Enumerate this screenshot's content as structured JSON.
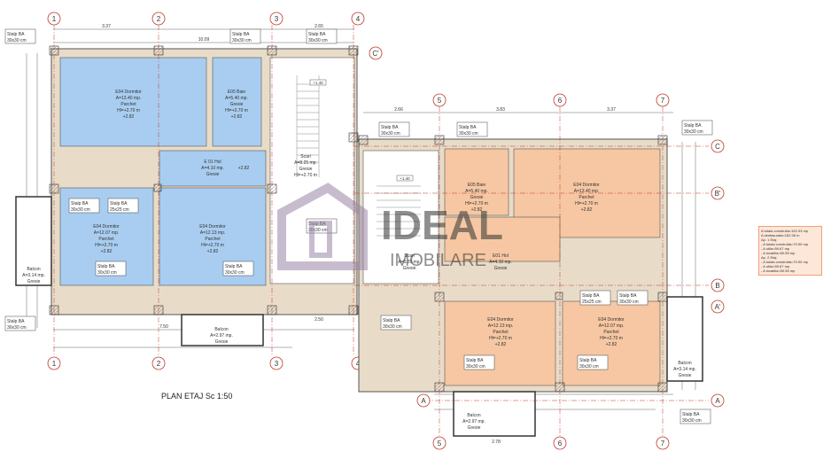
{
  "plan_title": "PLAN ETAJ Sc 1:50",
  "watermark": {
    "line1": "IDEAL",
    "line2": "IMOBILARE"
  },
  "colors": {
    "left_rooms": "#a9cdf0",
    "right_rooms": "#f6c7a2",
    "wall": "#e8dcc8",
    "grid": "#c0392b"
  },
  "grid_labels": {
    "left_top": [
      "1",
      "2",
      "3",
      "4"
    ],
    "left_side": [
      "C'"
    ],
    "right_top": [
      "5",
      "6",
      "7"
    ],
    "right_side": [
      "C",
      "B'",
      "B",
      "A'",
      "A"
    ]
  },
  "left_dims": {
    "top1": "3.37",
    "top2": "2.65",
    "total": "10.09",
    "bottom": "7.50",
    "bottom2": "2.50"
  },
  "right_dims": {
    "top": [
      "2.66",
      "3.83",
      "3.37"
    ],
    "bottom": "2.78"
  },
  "pillars": {
    "label": "Stalp BA",
    "size_30": "30x30 cm",
    "size_25": "25x25 cm"
  },
  "left_rooms": [
    {
      "name": "E04 Dormitor",
      "area": "A=13.40 mp.",
      "floor": "Parchet",
      "h": "Hl=+2.70 m",
      "level": "+2.82"
    },
    {
      "name": "E05 Baie",
      "area": "A=5.40 mp.",
      "floor": "Gresie",
      "h": "Hl=+2.70 m",
      "level": "+2.82"
    },
    {
      "name": "E 01 Hol",
      "area": "A=4.10 mp.",
      "floor": "Gresie",
      "level": "+2.82"
    },
    {
      "name": "Scari",
      "area": "A=8.25 mp.",
      "floor": "Gresie",
      "h": "Hl=+2.70 m"
    },
    {
      "name": "E04 Dormitor",
      "area": "A=12.07 mp.",
      "floor": "Parchet",
      "h": "Hl=+2.70 m",
      "level": "+2.82"
    },
    {
      "name": "E04 Dormitor",
      "area": "A=12.13 mp.",
      "floor": "Parchet",
      "h": "Hl=+2.70 m",
      "level": "+2.82"
    },
    {
      "name": "Balcon",
      "area": "A=3.14 mp.",
      "floor": "Gresie"
    },
    {
      "name": "Balcon",
      "area": "A=2.97 mp.",
      "floor": "Gresie"
    }
  ],
  "right_rooms": [
    {
      "name": "E05 Baie",
      "area": "A=5.40 mp.",
      "floor": "Gresie",
      "h": "Hl=+2.70 m",
      "level": "+2.82"
    },
    {
      "name": "E04 Dormitor",
      "area": "A=13.40 mp.",
      "floor": "Parchet",
      "h": "Hl=+2.70 m",
      "level": "+2.82"
    },
    {
      "name": "Scari",
      "area": "A=8.25 mp.",
      "floor": "Gresie"
    },
    {
      "name": "E01 Hol",
      "area": "A=4.10 mp.",
      "floor": "Gresie"
    },
    {
      "name": "E04 Dormitor",
      "area": "A=12.13 mp.",
      "floor": "Parchet",
      "h": "Hl=+2.70 m",
      "level": "+2.82"
    },
    {
      "name": "E04 Dormitor",
      "area": "A=12.07 mp.",
      "floor": "Parchet",
      "h": "Hl=+2.70 m",
      "level": "+2.82"
    },
    {
      "name": "Balcon",
      "area": "A=3.14 mp.",
      "floor": "Gresie"
    },
    {
      "name": "Balcon",
      "area": "A=2.97 mp.",
      "floor": "Gresie"
    }
  ],
  "stair_level": "+1.40",
  "legend": [
    "A totala construita=152.93 mp",
    "A desfasurata=152.08 m",
    "Ap. 1 Etaj",
    "- A totala construita=70.90 mp",
    "- A utila=59.67 mp",
    "- A locabila=50.55 mp",
    "Ap. 2 Etaj",
    "- A totala construita=70.90 mp",
    "- A utila=59.67 mp",
    "- A locabila=50.55 mp"
  ]
}
